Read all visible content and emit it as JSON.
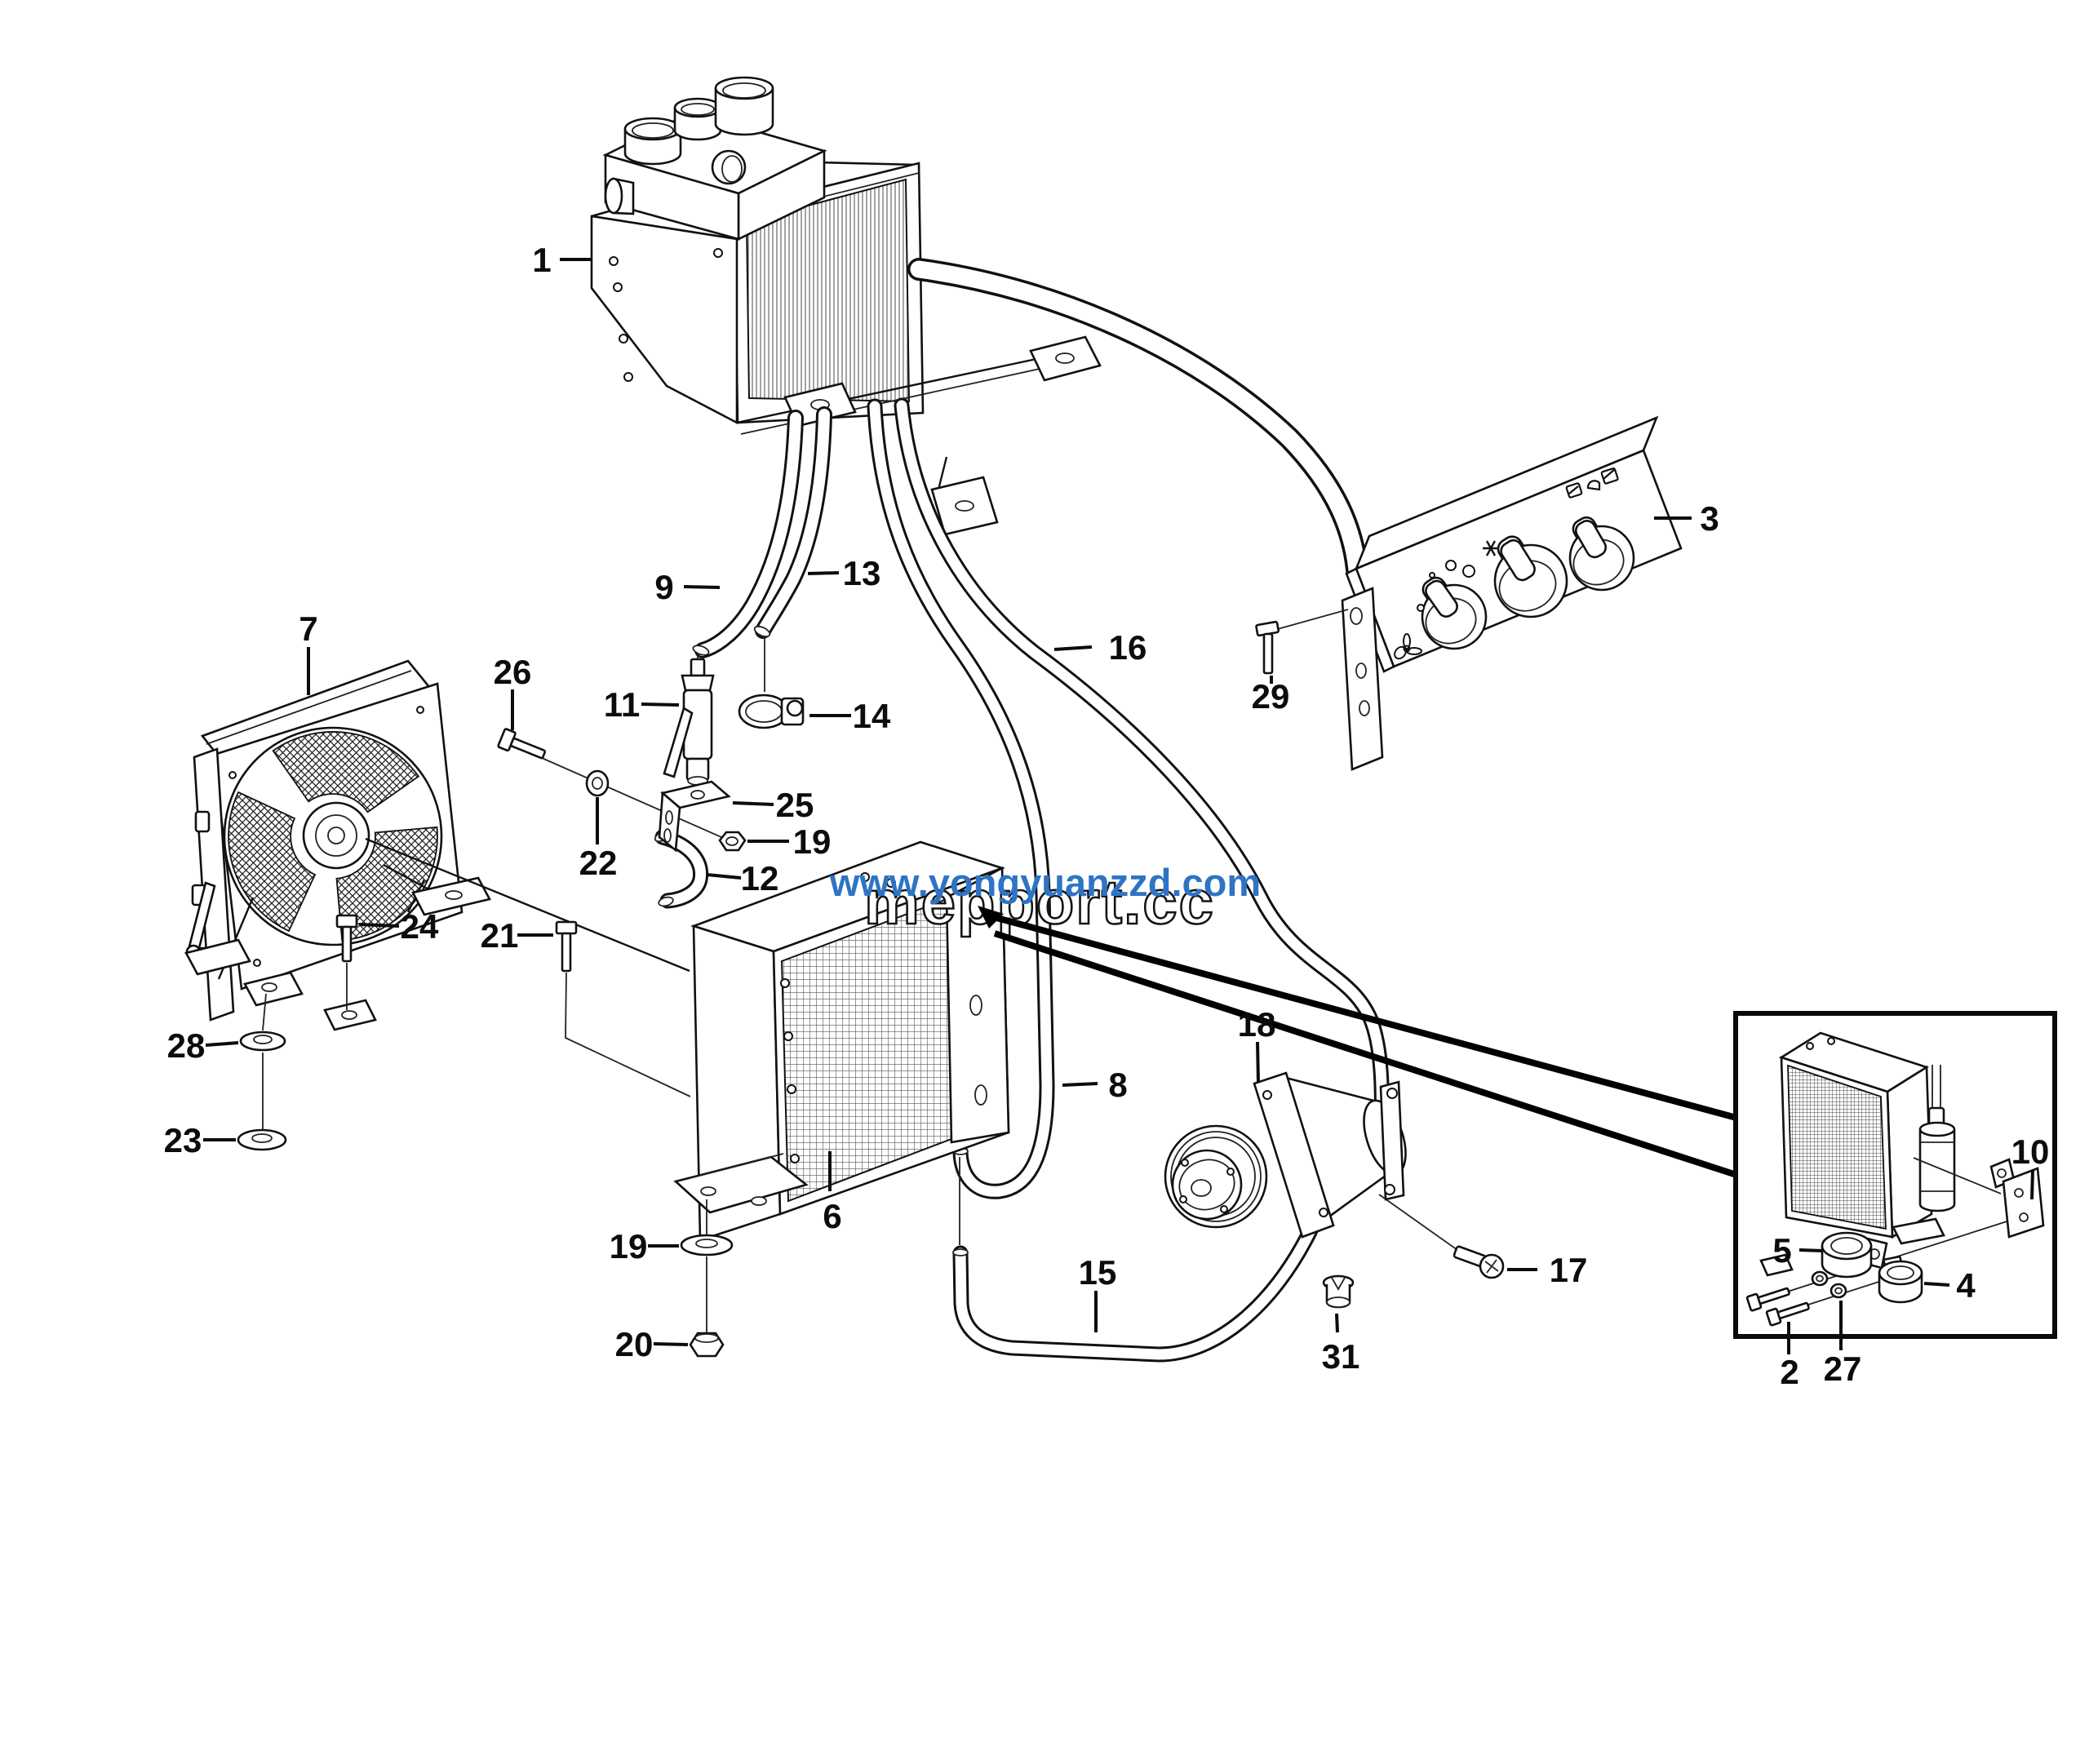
{
  "watermark": {
    "overlay_url": "www.yongyuanzzd.com",
    "site_text": "mepport.cc",
    "overlay_color": "#2e74c5"
  },
  "callouts": {
    "c1": {
      "label": "1"
    },
    "c2": {
      "label": "2"
    },
    "c3": {
      "label": "3"
    },
    "c4": {
      "label": "4"
    },
    "c5": {
      "label": "5"
    },
    "c6": {
      "label": "6"
    },
    "c7": {
      "label": "7"
    },
    "c8": {
      "label": "8"
    },
    "c9": {
      "label": "9"
    },
    "c10": {
      "label": "10"
    },
    "c11": {
      "label": "11"
    },
    "c12": {
      "label": "12"
    },
    "c13": {
      "label": "13"
    },
    "c14": {
      "label": "14"
    },
    "c15": {
      "label": "15"
    },
    "c16": {
      "label": "16"
    },
    "c17": {
      "label": "17"
    },
    "c18": {
      "label": "18"
    },
    "c19a": {
      "label": "19"
    },
    "c19b": {
      "label": "19"
    },
    "c20": {
      "label": "20"
    },
    "c21": {
      "label": "21"
    },
    "c22": {
      "label": "22"
    },
    "c23": {
      "label": "23"
    },
    "c24": {
      "label": "24"
    },
    "c25": {
      "label": "25"
    },
    "c26": {
      "label": "26"
    },
    "c27": {
      "label": "27"
    },
    "c28": {
      "label": "28"
    },
    "c29": {
      "label": "29"
    },
    "c31": {
      "label": "31"
    }
  }
}
